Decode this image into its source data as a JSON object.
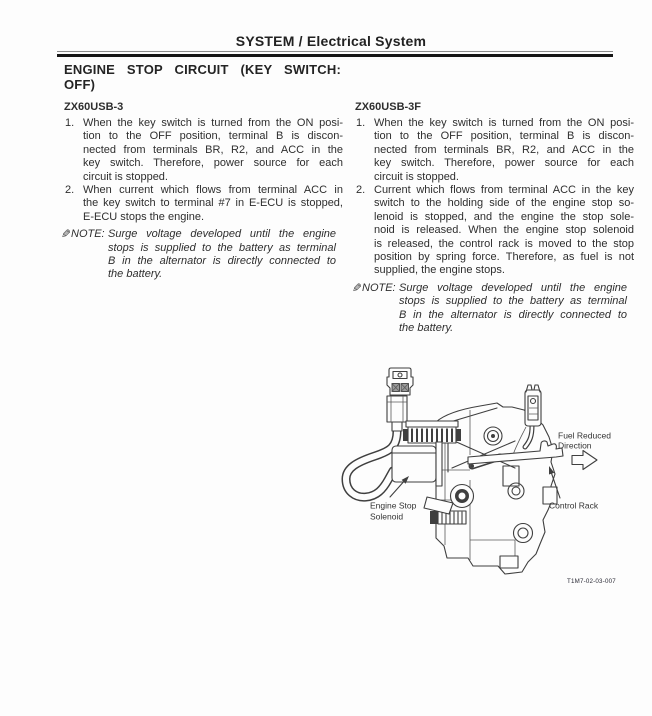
{
  "page": {
    "header_title": "SYSTEM / Electrical System",
    "title_lines": [
      "ENGINE STOP CIRCUIT (KEY SWITCH:",
      "OFF)"
    ]
  },
  "left_column": {
    "heading": "ZX60USB-3",
    "items": [
      {
        "number": "1.",
        "lines": [
          "When the key switch is turned from the ON posi-",
          "tion to the OFF position, terminal B is discon-",
          "nected from terminals BR, R2, and ACC in the",
          "key switch. Therefore, power source for each",
          "circuit is stopped."
        ]
      },
      {
        "number": "2.",
        "lines": [
          "When current which flows from terminal ACC in",
          "the key switch to terminal #7 in E-ECU is stopped,",
          "E-ECU stops the engine."
        ]
      }
    ],
    "note": {
      "icon_glyph": "✎",
      "label": "NOTE:",
      "lines": [
        "Surge voltage developed until the engine",
        "stops is supplied to the battery as terminal",
        "B in the alternator is directly connected to",
        "the battery."
      ]
    }
  },
  "right_column": {
    "heading": "ZX60USB-3F",
    "items": [
      {
        "number": "1.",
        "lines": [
          "When the key switch is turned from the ON posi-",
          "tion to the OFF position, terminal B is discon-",
          "nected from terminals BR, R2, and ACC in the",
          "key switch. Therefore, power source for each",
          "circuit is stopped."
        ]
      },
      {
        "number": "2.",
        "lines": [
          "Current which flows from terminal ACC in the key",
          "switch to the holding side of the engine stop so-",
          "lenoid is stopped, and the engine the stop sole-",
          "noid is released. When the engine stop solenoid",
          "is released, the control rack is moved to the stop",
          "position by spring force. Therefore, as fuel is not",
          "supplied, the engine stops."
        ]
      }
    ],
    "note": {
      "icon_glyph": "✎",
      "label": "NOTE:",
      "lines": [
        "Surge voltage developed until the engine",
        "stops is supplied to the battery as terminal",
        "B in the alternator is directly connected to",
        "the battery."
      ]
    }
  },
  "figure": {
    "labels": {
      "fuel_reduced_1": "Fuel Reduced",
      "fuel_reduced_2": "Direction",
      "control_rack": "Control Rack",
      "engine_stop_1": "Engine Stop",
      "engine_stop_2": "Solenoid"
    },
    "figure_code": "T1M7-02-03-007"
  },
  "colors": {
    "text": "#2e2e2e",
    "rule": "#161616",
    "background": "#fdfdfd"
  }
}
